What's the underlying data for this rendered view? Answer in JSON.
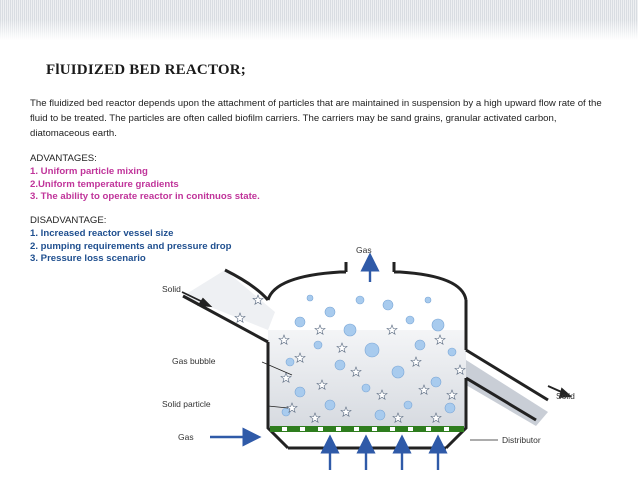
{
  "title": "FlUIDIZED BED REACTOR;",
  "paragraph": "The fluidized bed reactor depends upon the attachment of particles that are maintained in suspension by a high upward flow rate of the fluid to be treated.  The particles are often called biofilm carriers. The carriers may be sand grains, granular activated carbon, diatomaceous earth.",
  "advantages": {
    "heading": "ADVANTAGES:",
    "items": [
      "1. Uniform particle mixing",
      "2.Uniform temperature gradients",
      "3. The ability to operate reactor in conitnuos state."
    ]
  },
  "disadvantages": {
    "heading": "DISADVANTAGE:",
    "items": [
      "1. Increased reactor vessel size",
      "2.  pumping requirements and pressure drop",
      "3. Pressure loss scenario"
    ]
  },
  "diagram": {
    "label_gas_top": "Gas",
    "label_solid_in": "Solid",
    "label_solid_out": "Solid",
    "label_gas_bubble": "Gas bubble",
    "label_solid_particle": "Solid particle",
    "label_gas_in": "Gas",
    "label_distributor": "Distributor",
    "colors": {
      "arrow": "#2f5aa8",
      "distributor": "#2e7d1e",
      "bubble": "#9fc4ea",
      "bed": "#e4e7ec",
      "wall": "#222222"
    }
  }
}
